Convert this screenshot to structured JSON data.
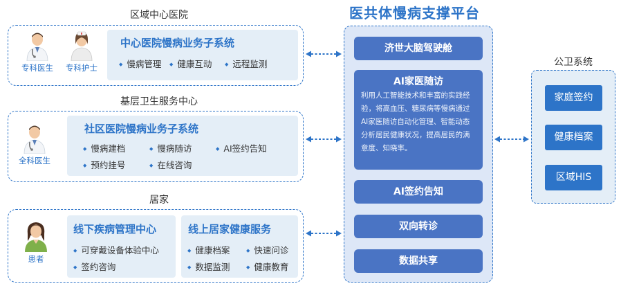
{
  "regional": {
    "title": "区域中心医院",
    "roles": [
      "专科医生",
      "专科护士"
    ],
    "system_title": "中心医院慢病业务子系统",
    "items": [
      "慢病管理",
      "健康互动",
      "远程监测"
    ]
  },
  "community": {
    "title": "基层卫生服务中心",
    "roles": [
      "全科医生"
    ],
    "system_title": "社区医院慢病业务子系统",
    "items": [
      "慢病建档",
      "慢病随访",
      "AI签约告知",
      "预约挂号",
      "在线咨询"
    ]
  },
  "home": {
    "title": "居家",
    "roles": [
      "患者"
    ],
    "offline_title": "线下疾病管理中心",
    "offline_items": [
      "可穿戴设备体验中心",
      "签约咨询"
    ],
    "online_title": "线上居家健康服务",
    "online_items": [
      "健康档案",
      "快速问诊",
      "数据监测",
      "健康教育"
    ]
  },
  "platform": {
    "title": "医共体慢病支撑平台",
    "cockpit": "济世大脑驾驶舱",
    "ai_title": "AI家医随访",
    "ai_desc": "利用人工智能技术和丰富的实践经验，将高血压、糖尿病等慢病通过AI家医随访自动化管理、智能动态分析居民健康状况，提高居民的满意度、知晓率。",
    "sign": "AI签约告知",
    "referral": "双向转诊",
    "data_share": "数据共享"
  },
  "public_health": {
    "title": "公卫系统",
    "items": [
      "家庭签约",
      "健康档案",
      "区域HIS"
    ]
  },
  "colors": {
    "primary": "#2d74c8",
    "platform_btn": "#4a74c4",
    "panel_bg": "#e4eef7"
  }
}
